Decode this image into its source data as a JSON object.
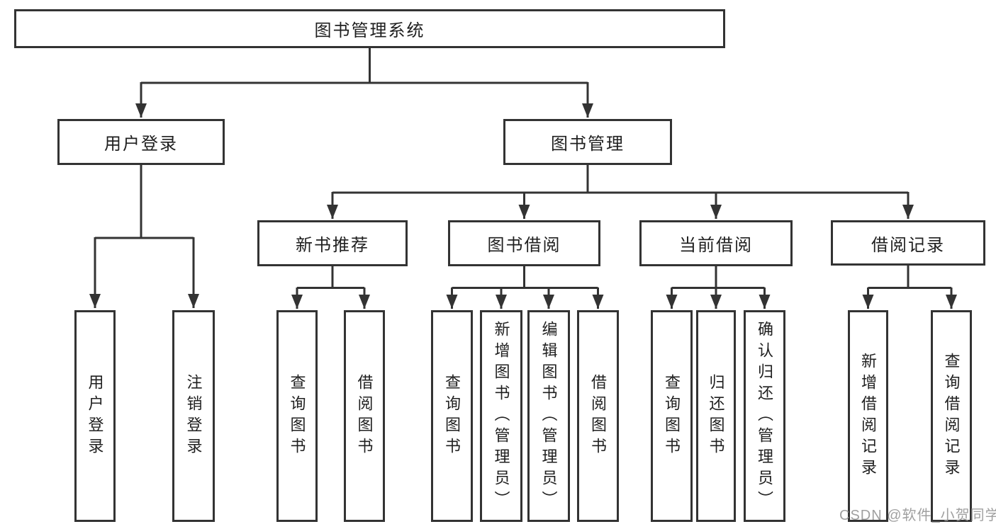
{
  "colors": {
    "line": "#333333",
    "box_border": "#333333",
    "text": "#1f1f1f",
    "watermark": "#969696",
    "background": "#ffffff"
  },
  "watermark": {
    "text": "CSDN @软件_小贺同学"
  },
  "tree": {
    "root": {
      "label": "图书管理系统",
      "children": [
        {
          "label": "用户登录",
          "children": [
            {
              "label": "用户登录"
            },
            {
              "label": "注销登录"
            }
          ]
        },
        {
          "label": "图书管理",
          "children": [
            {
              "label": "新书推荐",
              "children": [
                {
                  "label": "查询图书"
                },
                {
                  "label": "借阅图书"
                }
              ]
            },
            {
              "label": "图书借阅",
              "children": [
                {
                  "label": "查询图书"
                },
                {
                  "label": "新增图书（管理员）"
                },
                {
                  "label": "编辑图书（管理员）"
                },
                {
                  "label": "借阅图书"
                }
              ]
            },
            {
              "label": "当前借阅",
              "children": [
                {
                  "label": "查询图书"
                },
                {
                  "label": "归还图书"
                },
                {
                  "label": "确认归还（管理员）"
                }
              ]
            },
            {
              "label": "借阅记录",
              "children": [
                {
                  "label": "新增借阅记录"
                },
                {
                  "label": "查询借阅记录"
                }
              ]
            }
          ]
        }
      ]
    }
  }
}
